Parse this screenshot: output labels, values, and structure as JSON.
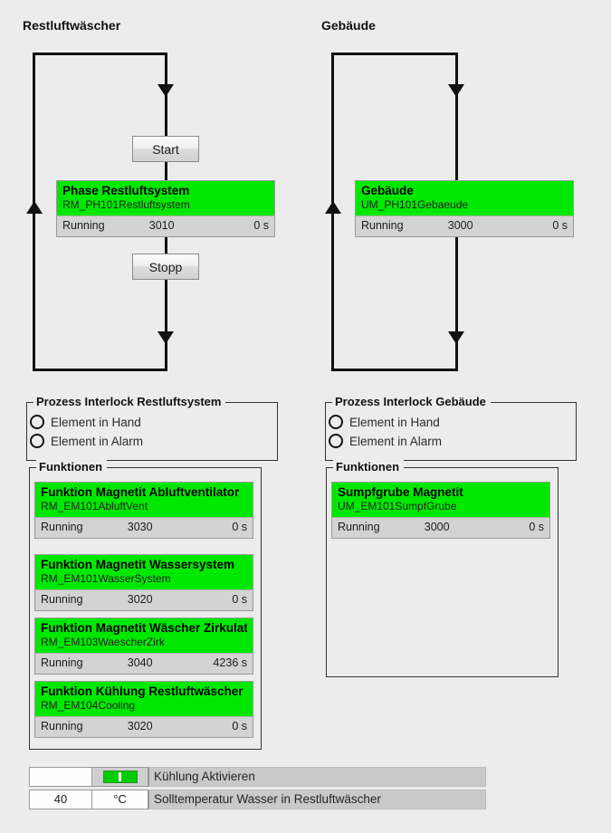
{
  "columns": {
    "left": {
      "title": "Restluftwäscher"
    },
    "right": {
      "title": "Gebäude"
    }
  },
  "left_flow": {
    "start_button": "Start",
    "stop_button": "Stopp",
    "phase": {
      "title": "Phase Restluftsystem",
      "tag": "RM_PH101Restluftsystem",
      "state": "Running",
      "step": "3010",
      "time": "0 s"
    }
  },
  "right_flow": {
    "phase": {
      "title": "Gebäude",
      "tag": "UM_PH101Gebaeude",
      "state": "Running",
      "step": "3000",
      "time": "0 s"
    }
  },
  "left_interlock": {
    "legend": "Prozess Interlock Restluftsystem",
    "items": [
      {
        "label": "Element in Hand",
        "state": "off"
      },
      {
        "label": "Element in Alarm",
        "state": "off"
      }
    ]
  },
  "right_interlock": {
    "legend": "Prozess Interlock Gebäude",
    "items": [
      {
        "label": "Element in Hand",
        "state": "off"
      },
      {
        "label": "Element in Alarm",
        "state": "off"
      }
    ]
  },
  "left_functions": {
    "legend": "Funktionen",
    "items": [
      {
        "title": "Funktion Magnetit Abluftventilator",
        "tag": "RM_EM101AbluftVent",
        "state": "Running",
        "step": "3030",
        "time": "0 s"
      },
      {
        "title": "Funktion Magnetit Wassersystem",
        "tag": "RM_EM101WasserSystem",
        "state": "Running",
        "step": "3020",
        "time": "0 s"
      },
      {
        "title": "Funktion Magnetit Wäscher Zirkulation",
        "tag": "RM_EM103WaescherZirk",
        "state": "Running",
        "step": "3040",
        "time": "4236 s"
      },
      {
        "title": "Funktion Kühlung Restluftwäscher",
        "tag": "RM_EM104Cooling",
        "state": "Running",
        "step": "3020",
        "time": "0 s"
      }
    ]
  },
  "right_functions": {
    "legend": "Funktionen",
    "items": [
      {
        "title": "Sumpfgrube Magnetit",
        "tag": "UM_EM101SumpfGrube",
        "state": "Running",
        "step": "3000",
        "time": "0 s"
      }
    ]
  },
  "parameters": [
    {
      "value": "",
      "unit": "",
      "toggle": "on",
      "label": "Kühlung  Aktivieren"
    },
    {
      "value": "40",
      "unit": "°C",
      "toggle": null,
      "label": "Solltemperatur Wasser in Restluftwäscher"
    }
  ],
  "colors": {
    "background": "#ececec",
    "active_green": "#00E800",
    "status_grey": "#d3d3d3",
    "line": "#111111"
  }
}
